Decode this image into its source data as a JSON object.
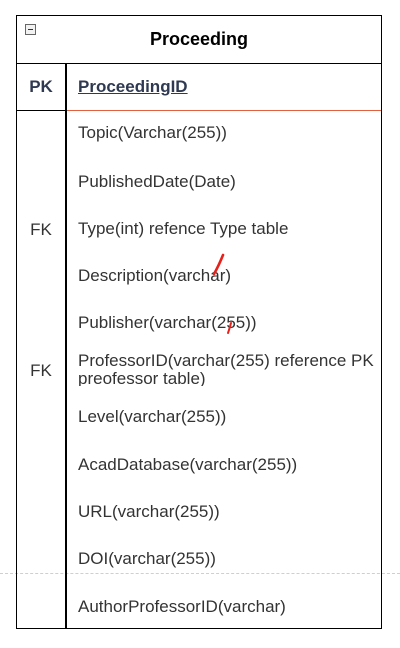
{
  "entity": {
    "title": "Proceeding",
    "primary_key": {
      "label": "PK",
      "field": "ProceedingID"
    },
    "fields": [
      {
        "key": "",
        "text": "Topic(Varchar(255))"
      },
      {
        "key": "",
        "text": "PublishedDate(Date)"
      },
      {
        "key": "FK",
        "text": "Type(int) refence Type table"
      },
      {
        "key": "",
        "text": "Description(varchar)"
      },
      {
        "key": "",
        "text": "Publisher(varchar(255))"
      },
      {
        "key": "FK",
        "text": "ProfessorID(varchar(255) reference PK preofessor table)"
      },
      {
        "key": "",
        "text": "Level(varchar(255))"
      },
      {
        "key": "",
        "text": "AcadDatabase(varchar(255))"
      },
      {
        "key": "",
        "text": "URL(varchar(255))"
      },
      {
        "key": "",
        "text": "DOI(varchar(255))"
      },
      {
        "key": "",
        "text": "AuthorProfessorID(varchar)"
      }
    ]
  },
  "colors": {
    "border": "#000000",
    "pk_text": "#2f3a52",
    "pk_separator": "#e06040",
    "annotation_mark": "#e8201a",
    "guide_line": "#cfcfcf"
  },
  "icons": {
    "collapse": "collapse-icon"
  }
}
